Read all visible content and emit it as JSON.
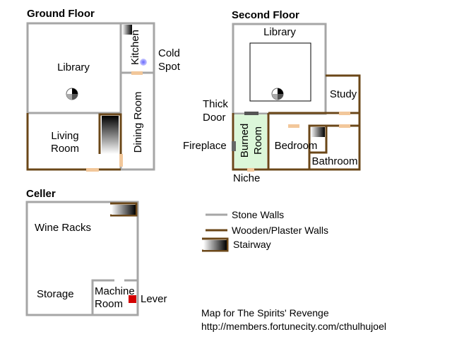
{
  "floors": {
    "ground": {
      "title": "Ground Floor",
      "rooms": {
        "library": "Library",
        "kitchen": "Kitchen",
        "living_line1": "Living",
        "living_line2": "Room",
        "dining": "Dining Room"
      },
      "notes": {
        "cold_line1": "Cold",
        "cold_line2": "Spot"
      }
    },
    "second": {
      "title": "Second Floor",
      "rooms": {
        "library": "Library",
        "study": "Study",
        "burned_line1": "Burned",
        "burned_line2": "Room",
        "bedroom": "Bedroom",
        "bathroom": "Bathroom"
      },
      "notes": {
        "thick_line1": "Thick",
        "thick_line2": "Door",
        "fireplace": "Fireplace",
        "niche": "Niche"
      }
    },
    "cellar": {
      "title": "Celler",
      "rooms": {
        "wine": "Wine Racks",
        "storage": "Storage",
        "machine_line1": "Machine",
        "machine_line2": "Room"
      },
      "notes": {
        "lever": "Lever"
      }
    }
  },
  "legend": {
    "stone": "Stone Walls",
    "wooden": "Wooden/Plaster Walls",
    "stairway": "Stairway"
  },
  "credit": {
    "line1": "Map for The Spirits' Revenge",
    "line2": "http://members.fortunecity.com/cthulhujoel"
  },
  "colors": {
    "stone_wall": "#a6a6a6",
    "wood_wall": "#6b4718",
    "door_gap": "#f2c79a",
    "burned_fill": "#dcf7d9",
    "cold_spot": "#8888ff",
    "lever": "#d40000",
    "fireplace": "#666666"
  }
}
